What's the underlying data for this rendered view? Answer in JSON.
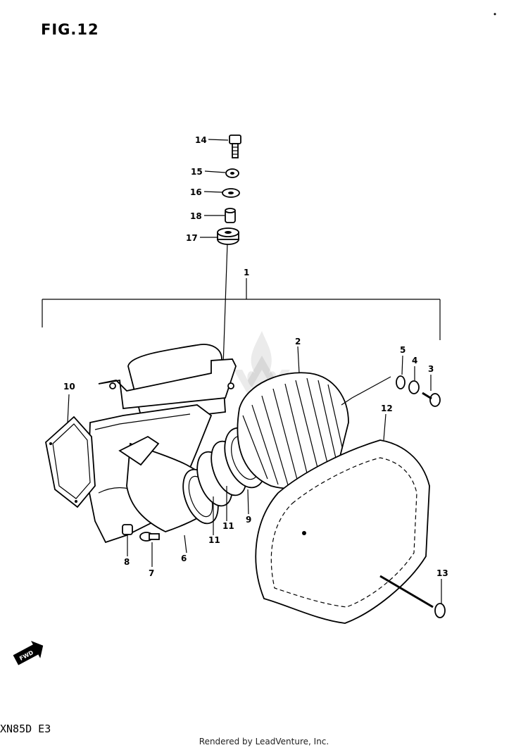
{
  "figure": {
    "title": "FIG.12"
  },
  "model": {
    "code": "XN85D E3"
  },
  "footer": {
    "credit": "Rendered by LeadVenture, Inc."
  },
  "fwd_arrow": {
    "label": "FWD"
  },
  "callouts": {
    "c1": "1",
    "c2": "2",
    "c3": "3",
    "c4": "4",
    "c5": "5",
    "c6": "6",
    "c7": "7",
    "c8": "8",
    "c9": "9",
    "c10": "10",
    "c11a": "11",
    "c11b": "11",
    "c12": "12",
    "c13": "13",
    "c14": "14",
    "c15": "15",
    "c16": "16",
    "c17": "17",
    "c18": "18"
  }
}
